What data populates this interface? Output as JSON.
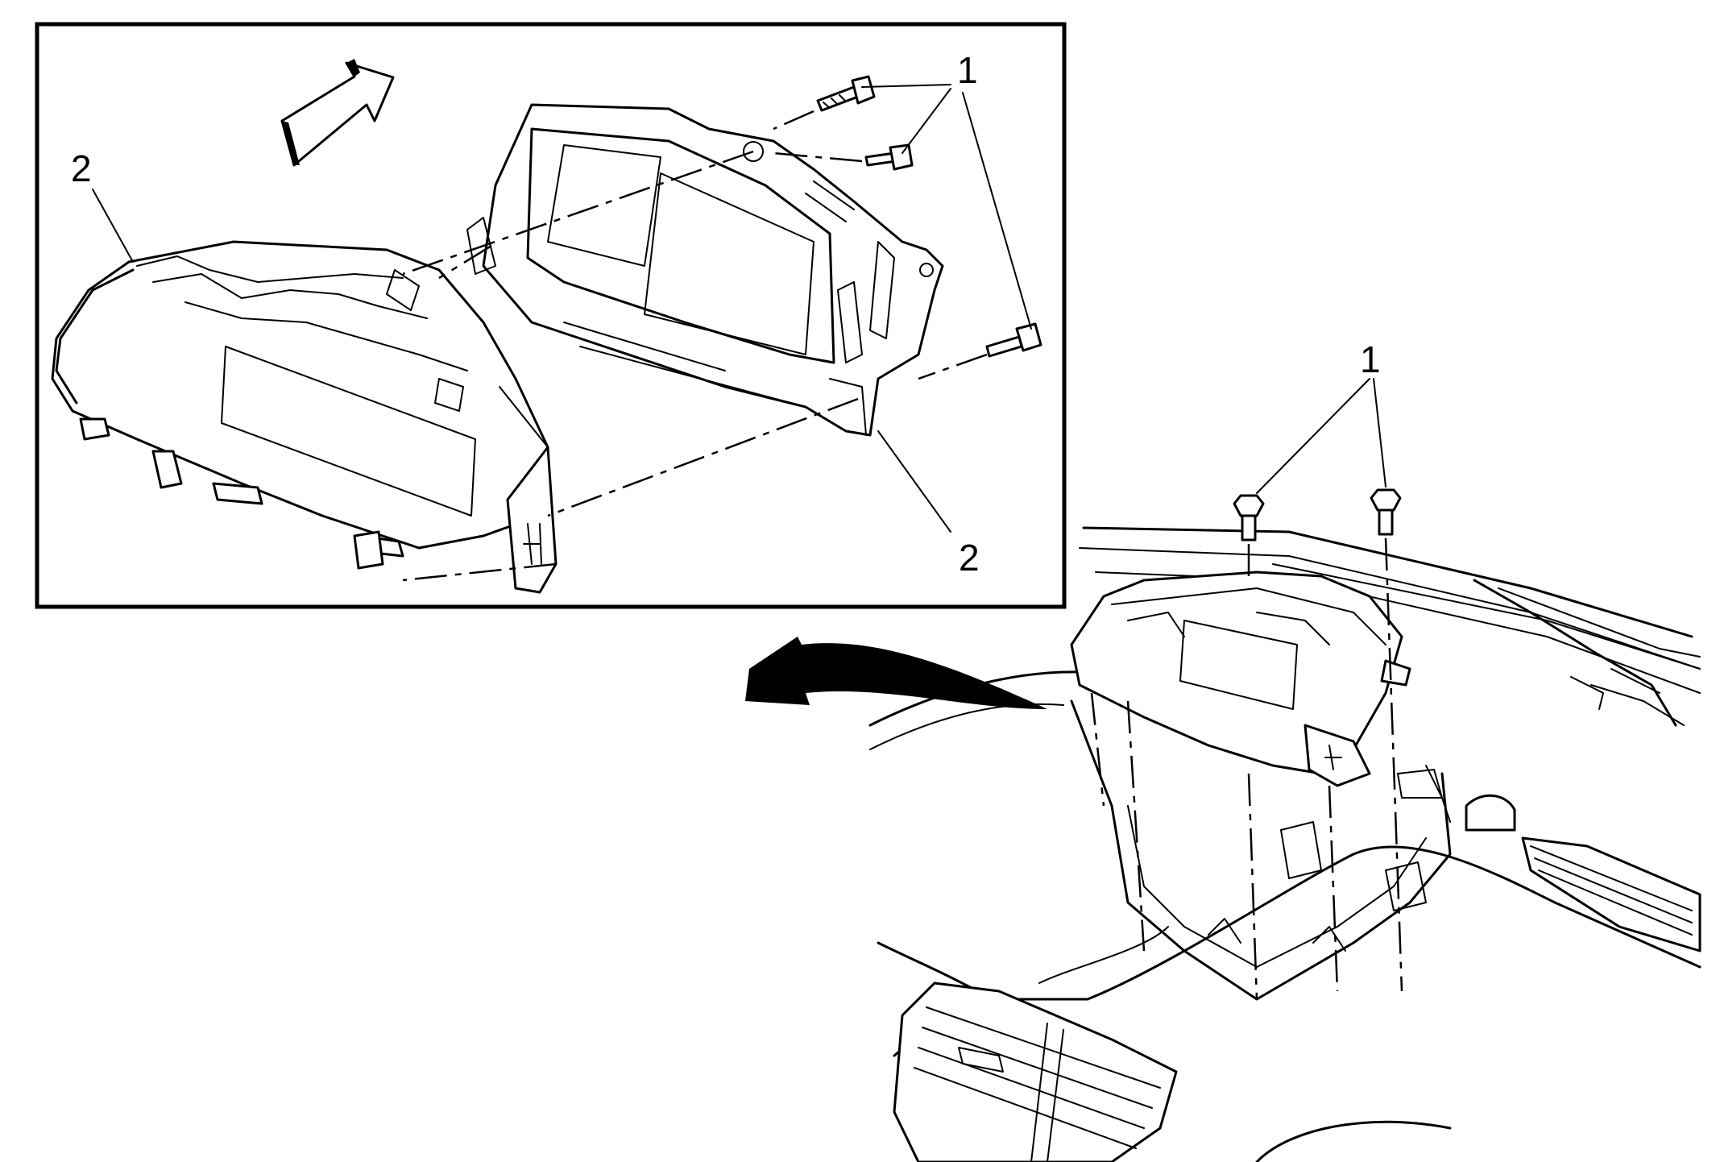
{
  "callouts": {
    "inset_fastener": "1",
    "inset_housing_left": "2",
    "inset_housing_right": "2",
    "vehicle_fastener": "1"
  },
  "colors": {
    "ink": "#000000",
    "paper": "#ffffff"
  },
  "icons": {
    "direction_arrow": "forward-arrow-icon",
    "removal_arrow": "curved-arrow-icon",
    "fastener": "bolt-icon"
  }
}
